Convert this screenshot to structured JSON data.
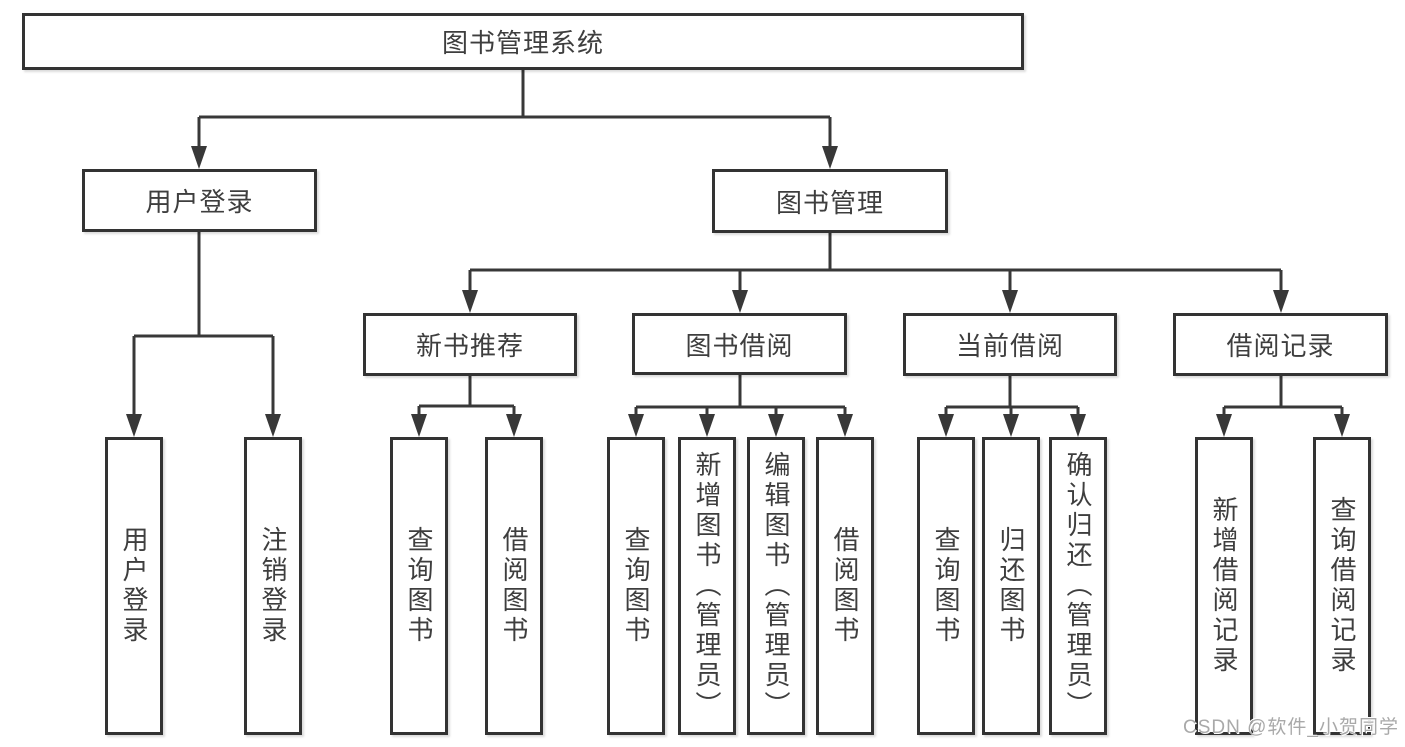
{
  "colors": {
    "background": "#ffffff",
    "line": "#383838",
    "box_border": "#333333",
    "box_bg": "#ffffff",
    "text": "#3e3e3e",
    "watermark": "#a9a9a9"
  },
  "watermark": {
    "text": "CSDN @软件_小贺同学"
  },
  "diagram": {
    "type": "hierarchy-tree",
    "root": {
      "label": "图书管理系统",
      "children": [
        {
          "label": "用户登录",
          "children": [
            {
              "label": "用户登录"
            },
            {
              "label": "注销登录"
            }
          ]
        },
        {
          "label": "图书管理",
          "children": [
            {
              "label": "新书推荐",
              "children": [
                {
                  "label": "查询图书"
                },
                {
                  "label": "借阅图书"
                }
              ]
            },
            {
              "label": "图书借阅",
              "children": [
                {
                  "label": "查询图书"
                },
                {
                  "label": "新增图书（管理员）"
                },
                {
                  "label": "编辑图书（管理员）"
                },
                {
                  "label": "借阅图书"
                }
              ]
            },
            {
              "label": "当前借阅",
              "children": [
                {
                  "label": "查询图书"
                },
                {
                  "label": "归还图书"
                },
                {
                  "label": "确认归还（管理员）"
                }
              ]
            },
            {
              "label": "借阅记录",
              "children": [
                {
                  "label": "新增借阅记录"
                },
                {
                  "label": "查询借阅记录"
                }
              ]
            }
          ]
        }
      ]
    }
  }
}
